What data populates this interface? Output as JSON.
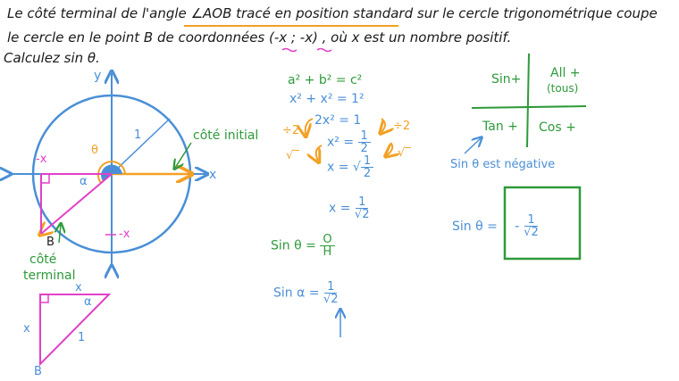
{
  "problem": {
    "line1_a": "Le côté terminal de l'angle",
    "line1_b": "∠AOB tracé en position standard",
    "line1_c": "sur le cercle trigonométrique coupe",
    "line2": "le cercle en le point B de coordonnées (-x ; -x) ,   où   x est un nombre positif.",
    "line3": "Calculez sin θ."
  },
  "circle_diagram": {
    "y_axis": "y",
    "x_axis": "x",
    "theta": "θ",
    "alpha": "α",
    "radius": "1",
    "neg_x_top": "-x",
    "neg_x_side": "-x",
    "point_b": "B",
    "initial_side": "côté initial",
    "terminal_side_1": "côté",
    "terminal_side_2": "terminal"
  },
  "triangle": {
    "top": "x",
    "angle": "α",
    "left": "x",
    "hyp": "1",
    "vertex": "B"
  },
  "work": {
    "pythag": "a² + b² = c²",
    "step1": "x² + x² = 1²",
    "step2": "2x² = 1",
    "div2_left": "÷2",
    "div2_right": "÷2",
    "sqrt_left": "√‾",
    "sqrt_right": "√‾",
    "step3_lhs": "x² =",
    "step3_num": "1",
    "step3_den": "2",
    "step4_lhs": "x = √",
    "step4_num": "1",
    "step4_den": "2",
    "step5_lhs": "x =",
    "step5_num": "1",
    "step5_den": "√2",
    "sin_theta_lhs": "Sin θ =",
    "sin_theta_num": "O",
    "sin_theta_den": "H",
    "sin_alpha_lhs": "Sin α =",
    "sin_alpha_num": "1",
    "sin_alpha_den": "√2"
  },
  "quadrants": {
    "q2": "Sin+",
    "q1": "All +",
    "q1_sub": "(tous)",
    "q3": "Tan +",
    "q4": "Cos +",
    "note": "Sin θ est négative"
  },
  "answer": {
    "lhs": "Sin θ =",
    "sign": "-",
    "num": "1",
    "den": "√2"
  },
  "colors": {
    "green": "#2e9a3a",
    "blue": "#4a8fd6",
    "orange": "#f2a024",
    "pink": "#e040c8",
    "black": "#1a1a1a"
  }
}
